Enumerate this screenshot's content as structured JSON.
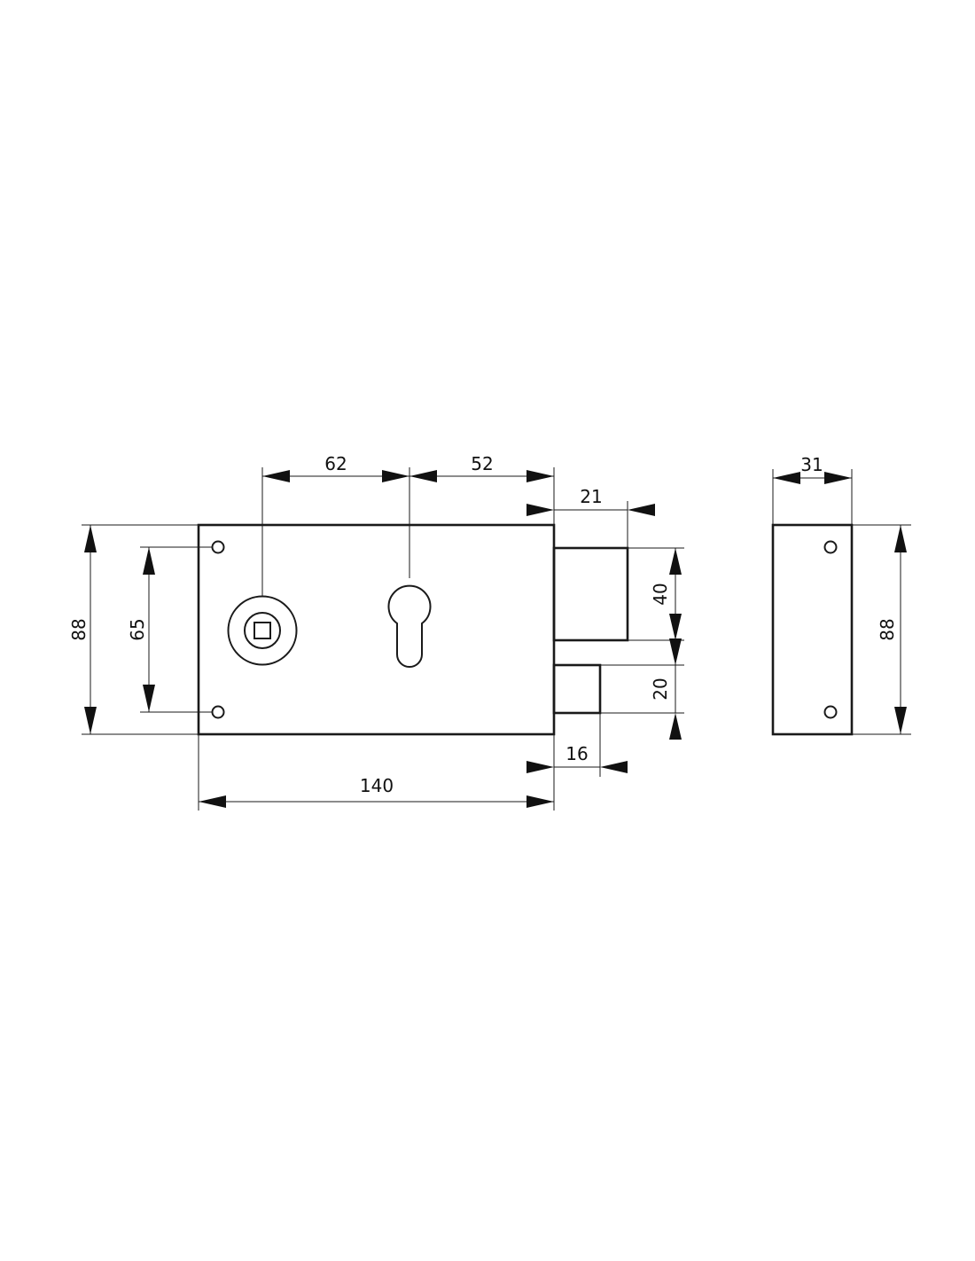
{
  "drawing": {
    "dimensions": {
      "spindle_to_cylinder": "62",
      "cylinder_to_edge": "52",
      "deadbolt_throw": "21",
      "deadbolt_height": "40",
      "latch_height": "20",
      "latch_throw": "16",
      "case_width": "140",
      "case_height": "88",
      "hole_spacing": "65",
      "case_depth": "31",
      "side_height": "88"
    },
    "line_color": "#1a1a1a",
    "background": "#ffffff"
  }
}
